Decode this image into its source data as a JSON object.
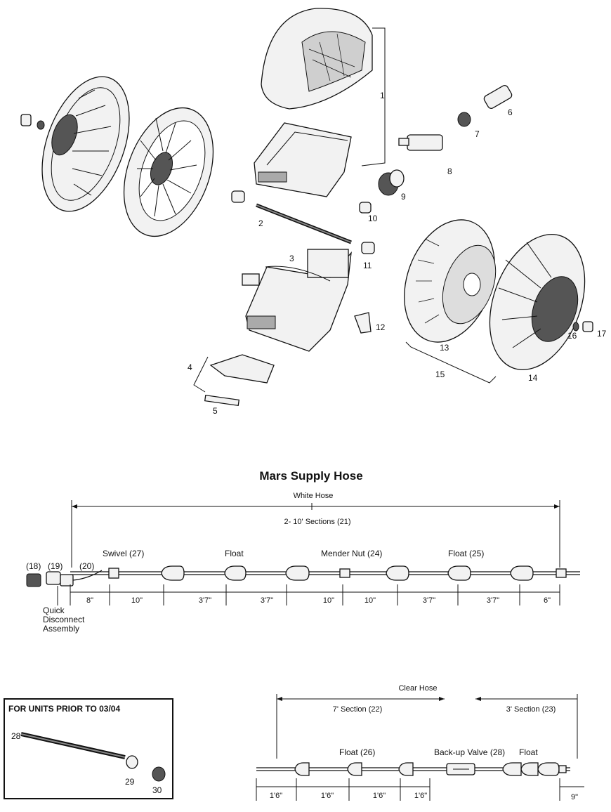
{
  "parts_callouts": [
    "1",
    "2",
    "3",
    "4",
    "5",
    "6",
    "7",
    "8",
    "9",
    "10",
    "11",
    "12",
    "13",
    "14",
    "15",
    "16",
    "17"
  ],
  "supply_hose": {
    "title": "Mars Supply Hose",
    "white_hose_label": "White Hose",
    "sections_label": "2- 10' Sections (21)",
    "labels": {
      "p18": "(18)",
      "p19": "(19)",
      "p20": "(20)",
      "swivel": "Swivel (27)",
      "float_a": "Float",
      "mender": "Mender Nut (24)",
      "float_b": "Float (25)",
      "qd_line1": "Quick",
      "qd_line2": "Disconnect",
      "qd_line3": "Assembly"
    },
    "dims": [
      "8\"",
      "10\"",
      "3'7\"",
      "3'7\"",
      "10\"",
      "10\"",
      "3'7\"",
      "3'7\"",
      "6\""
    ]
  },
  "inset": {
    "title": "FOR UNITS PRIOR TO 03/04",
    "callouts": [
      "28",
      "29",
      "30"
    ]
  },
  "clear_hose": {
    "title": "Clear Hose",
    "section7": "7' Section (22)",
    "section3": "3' Section (23)",
    "float26": "Float (26)",
    "backup": "Back-up Valve (28)",
    "float": "Float",
    "dims": [
      "1'6\"",
      "1'6\"",
      "1'6\"",
      "1'6\"",
      "9\""
    ]
  }
}
